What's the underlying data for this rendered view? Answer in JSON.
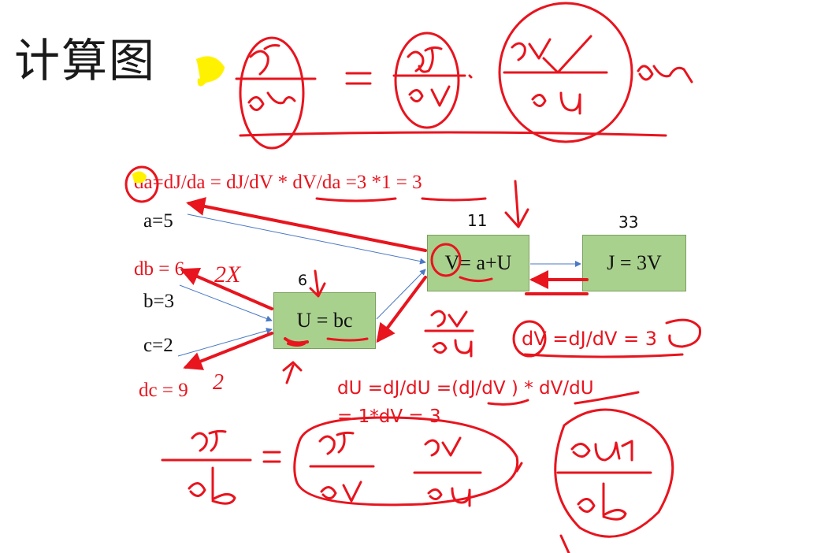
{
  "title": "计算图",
  "nodes": {
    "u": {
      "label": "U =  bc",
      "value": "6"
    },
    "v": {
      "label": "V= a+U",
      "value": "11"
    },
    "j": {
      "label": "J =  3V",
      "value": "33"
    }
  },
  "inputs": {
    "a": "a=5",
    "b": "b=3",
    "c": "c=2"
  },
  "derivatives": {
    "da": "da=dJ/da = dJ/dV * dV/da =3 *1 = 3",
    "db": "db = 6",
    "dc": "dc = 9",
    "dv": "dV =dJ/dV = 3",
    "du_line1": "dU =dJ/dU =(dJ/dV ) * dV/dU",
    "du_line2": "= 1*dV = 3"
  },
  "handwriting": {
    "two_x": "2X",
    "two": "2"
  },
  "colors": {
    "ink_red": "#e8141e",
    "node_fill": "#a9d18e",
    "edge_blue": "#4a78c4",
    "highlight": "#fff200"
  }
}
